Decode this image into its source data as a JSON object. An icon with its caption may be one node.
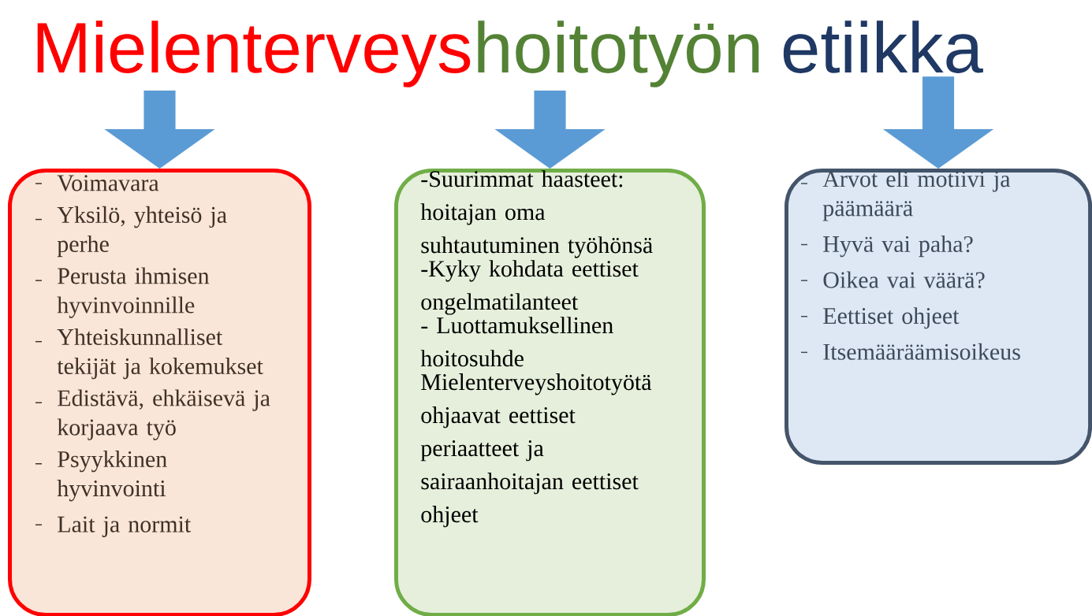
{
  "diagram": {
    "nodes": [
      {
        "text": [
          "Mielenterveys"
        ]
      },
      {
        "text": [
          "hoitotyön"
        ]
      },
      {
        "text": [
          "etiikka"
        ]
      },
      {
        "text": [
          "Voimavara",
          "Yksilö, yhteisö ja perhe",
          "Perusta ihmisen hyvinvoinnille",
          "Yhteiskunnalliset tekijät ja kokemukset",
          "Edistävä, ehkäisevä ja korjaava työ",
          "Psyykkinen hyvinvointi",
          "Lait ja normit"
        ]
      },
      {
        "text": [
          "-Suurimmat haasteet: hoitajan oma suhtautuminen työhönsä",
          "-Kyky kohdata eettiset ongelmatilanteet",
          "- Luottamuksellinen hoitosuhde",
          "Mielenterveyshoitotyötä ohjaavat eettiset periaatteet ja sairaanhoitajan eettiset ohjeet"
        ]
      },
      {
        "text": [
          "Arvot eli motiivi ja päämäärä",
          "Hyvä vai paha?",
          "Oikea vai väärä?",
          "Eettiset ohjeet",
          "Itsemääräämisoikeus"
        ]
      }
    ],
    "edges": [
      {
        "from": 0,
        "to": 3,
        "arrow": "to"
      },
      {
        "from": 1,
        "to": 4,
        "arrow": "to"
      },
      {
        "from": 2,
        "to": 5,
        "arrow": "to"
      }
    ]
  }
}
